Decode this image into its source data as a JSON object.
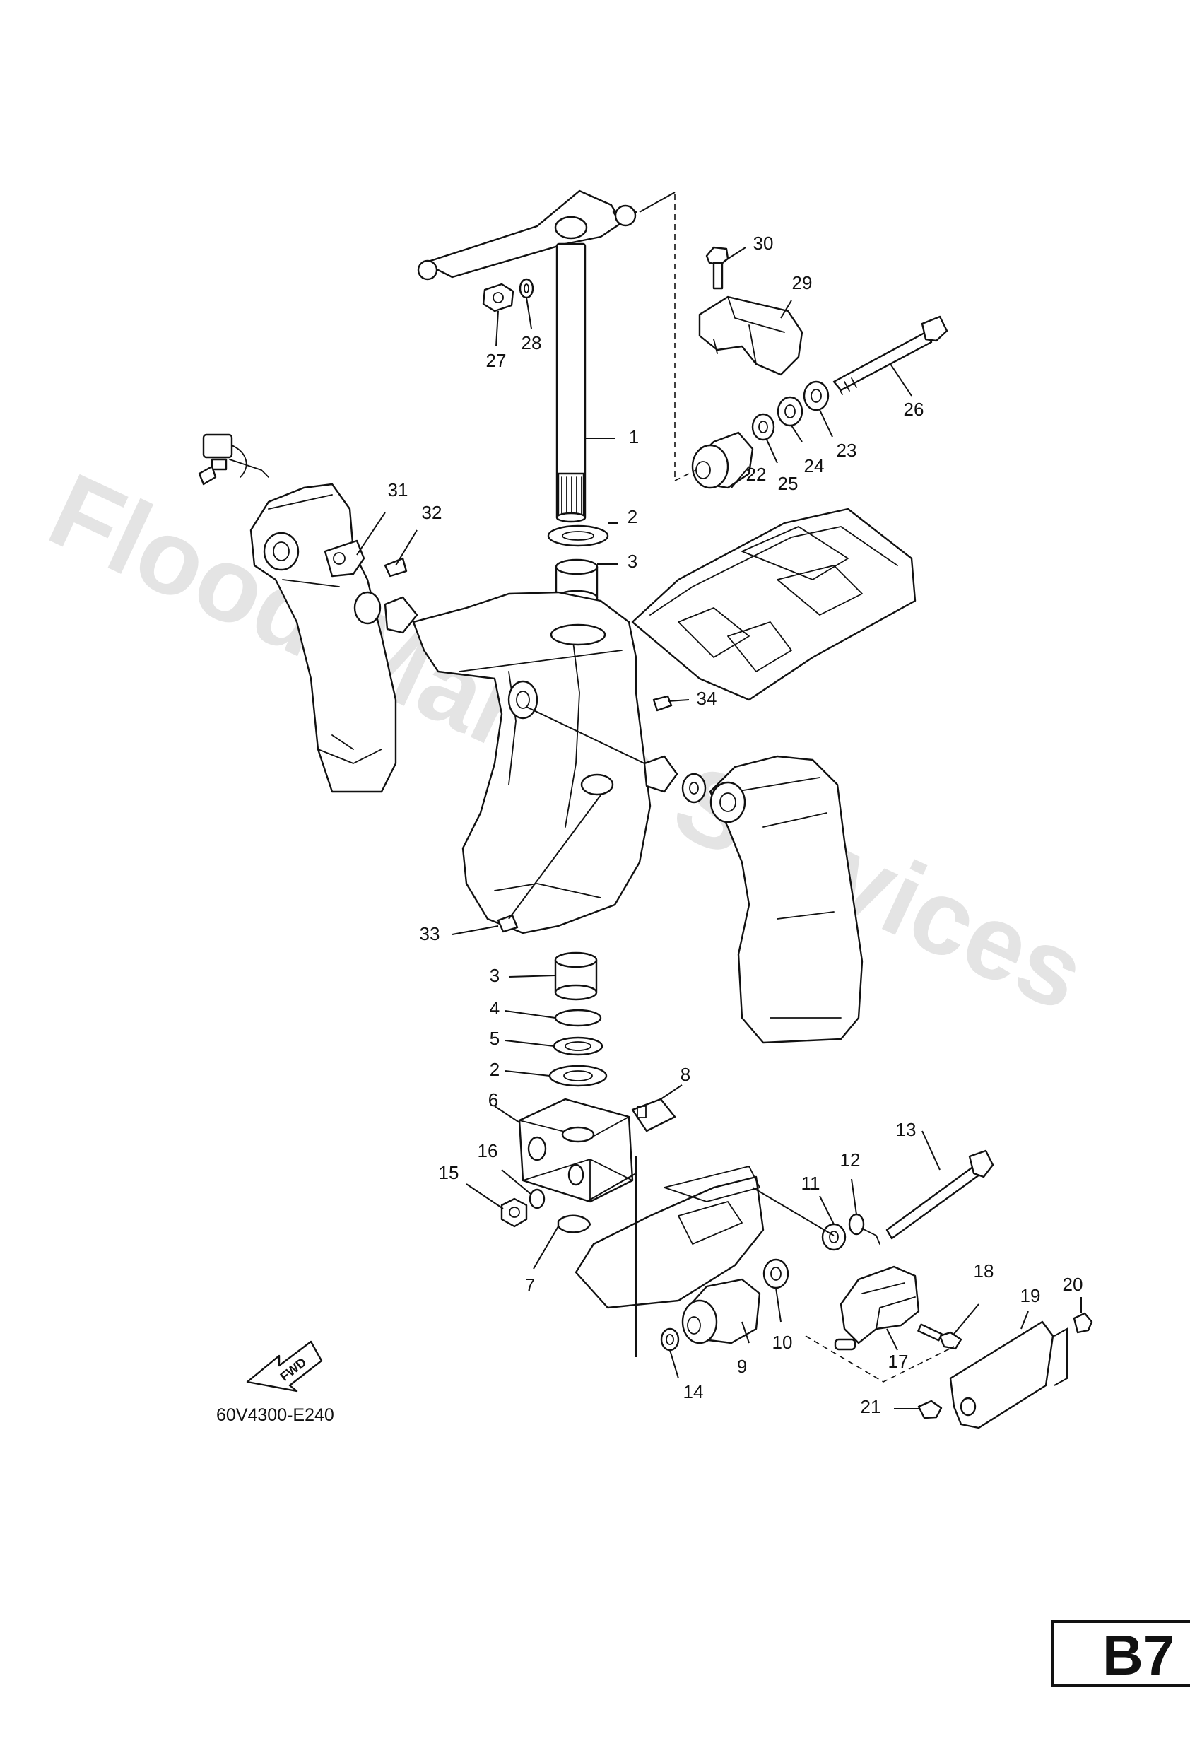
{
  "watermark": "Flood Marine Services",
  "diagram_code": "60V4300-E240",
  "page_badge": "B7",
  "fwd_label": "FWD",
  "callouts": [
    "1",
    "2",
    "3",
    "31",
    "32",
    "27",
    "28",
    "30",
    "29",
    "26",
    "23",
    "24",
    "25",
    "22",
    "34",
    "33",
    "3",
    "4",
    "5",
    "2",
    "6",
    "8",
    "16",
    "15",
    "7",
    "13",
    "12",
    "11",
    "10",
    "9",
    "14",
    "17",
    "18",
    "19",
    "20",
    "21"
  ],
  "colors": {
    "line": "#111111",
    "watermark": "#cfcfcf",
    "background": "#ffffff"
  }
}
